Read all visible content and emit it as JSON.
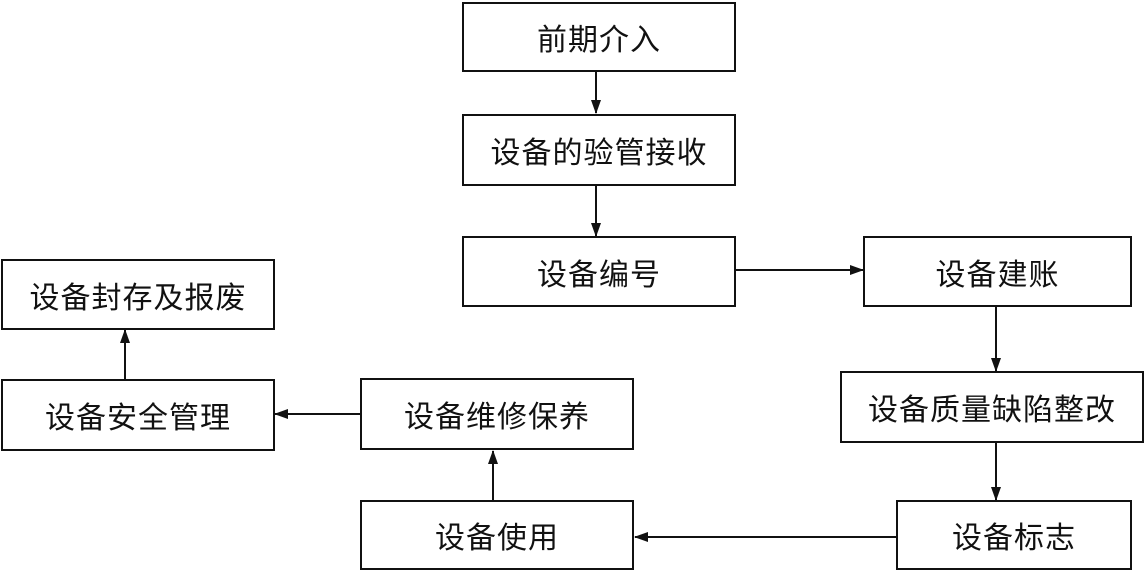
{
  "diagram": {
    "nodes": {
      "early_involvement": "前期介入",
      "acceptance": "设备的验管接收",
      "numbering": "设备编号",
      "ledger": "设备建账",
      "defect_rectification": "设备质量缺陷整改",
      "marking": "设备标志",
      "usage": "设备使用",
      "maintenance": "设备维修保养",
      "safety_management": "设备安全管理",
      "sealing_scrapping": "设备封存及报废"
    },
    "edges": [
      {
        "from": "early_involvement",
        "to": "acceptance"
      },
      {
        "from": "acceptance",
        "to": "numbering"
      },
      {
        "from": "numbering",
        "to": "ledger"
      },
      {
        "from": "ledger",
        "to": "defect_rectification"
      },
      {
        "from": "defect_rectification",
        "to": "marking"
      },
      {
        "from": "marking",
        "to": "usage"
      },
      {
        "from": "usage",
        "to": "maintenance"
      },
      {
        "from": "maintenance",
        "to": "safety_management"
      },
      {
        "from": "safety_management",
        "to": "sealing_scrapping"
      }
    ],
    "colors": {
      "stroke": "#111111",
      "background": "#ffffff"
    }
  }
}
